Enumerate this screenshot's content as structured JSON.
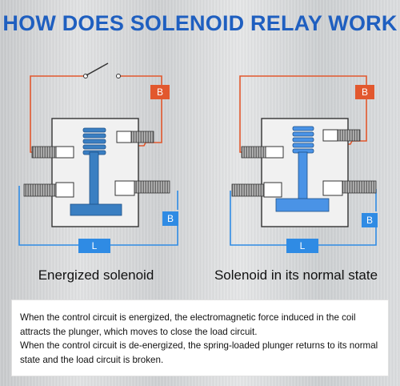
{
  "title": "HOW DOES SOLENOID RELAY WORK",
  "colors": {
    "title_blue": "#1f5fc0",
    "control_wire": "#e2582e",
    "load_wire": "#2f8be4",
    "plunger_energized": "#3a7fc2",
    "plunger_normal": "#4a93e6"
  },
  "diagrams": [
    {
      "state": "energized",
      "caption": "Energized solenoid",
      "control_label": "B",
      "load_label_b": "B",
      "load_label_l": "L",
      "switch_icon": "open-switch-icon"
    },
    {
      "state": "normal",
      "caption": "Solenoid in its normal state",
      "control_label": "B",
      "load_label_b": "B",
      "load_label_l": "L"
    }
  ],
  "description": {
    "line1": "When the control circuit is energized, the electromagnetic force induced in the coil attracts the plunger, which moves to close the load circuit.",
    "line2": "When the control circuit is de-energized, the spring-loaded plunger returns to its normal state and the load circuit is broken."
  }
}
